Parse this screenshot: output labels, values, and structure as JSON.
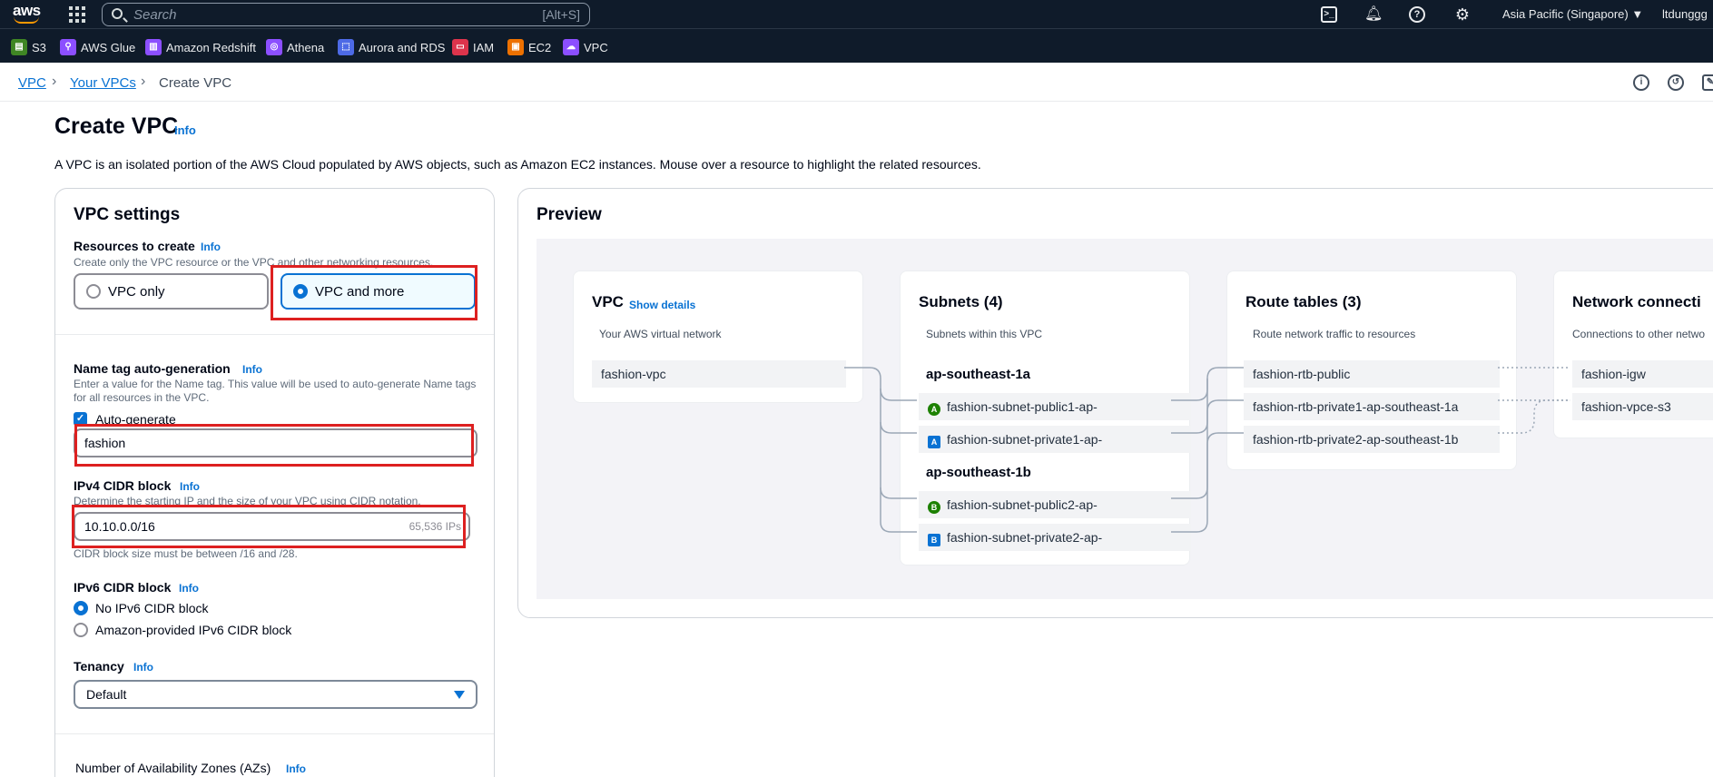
{
  "topnav": {
    "logo": "aws",
    "search_placeholder": "Search",
    "search_shortcut": "[Alt+S]",
    "region": "Asia Pacific (Singapore) ▼",
    "user": "ltdunggg",
    "icons": [
      "apps-grid-icon",
      "cloudshell-icon",
      "bell-icon",
      "help-icon",
      "gear-icon"
    ]
  },
  "favorites": [
    {
      "label": "S3",
      "color": "#3f8624"
    },
    {
      "label": "AWS Glue",
      "color": "#8c4fff"
    },
    {
      "label": "Amazon Redshift",
      "color": "#8c4fff"
    },
    {
      "label": "Athena",
      "color": "#8c4fff"
    },
    {
      "label": "Aurora and RDS",
      "color": "#4d6ae6"
    },
    {
      "label": "IAM",
      "color": "#dd344c"
    },
    {
      "label": "EC2",
      "color": "#ed7100"
    },
    {
      "label": "VPC",
      "color": "#8c4fff"
    }
  ],
  "breadcrumb": {
    "items": [
      "VPC",
      "Your VPCs",
      "Create VPC"
    ]
  },
  "header": {
    "title": "Create VPC",
    "info": "Info",
    "description": "A VPC is an isolated portion of the AWS Cloud populated by AWS objects, such as Amazon EC2 instances. Mouse over a resource to highlight the related resources."
  },
  "settings": {
    "title": "VPC settings",
    "resources": {
      "label": "Resources to create",
      "info": "Info",
      "description": "Create only the VPC resource or the VPC and other networking resources.",
      "options": [
        "VPC only",
        "VPC and more"
      ],
      "selected": "VPC and more"
    },
    "name_tag": {
      "label": "Name tag auto-generation",
      "info": "Info",
      "description": "Enter a value for the Name tag. This value will be used to auto-generate Name tags for all resources in the VPC.",
      "checkbox_label": "Auto-generate",
      "checked": true,
      "value": "fashion"
    },
    "ipv4": {
      "label": "IPv4 CIDR block",
      "info": "Info",
      "description": "Determine the starting IP and the size of your VPC using CIDR notation.",
      "value": "10.10.0.0/16",
      "suffix": "65,536 IPs",
      "constraint": "CIDR block size must be between /16 and /28."
    },
    "ipv6": {
      "label": "IPv6 CIDR block",
      "info": "Info",
      "options": [
        "No IPv6 CIDR block",
        "Amazon-provided IPv6 CIDR block"
      ],
      "selected": "No IPv6 CIDR block"
    },
    "tenancy": {
      "label": "Tenancy",
      "info": "Info",
      "value": "Default"
    },
    "azs": {
      "label": "Number of Availability Zones (AZs)",
      "info": "Info"
    }
  },
  "preview": {
    "title": "Preview",
    "vpc": {
      "title": "VPC",
      "show_details": "Show details",
      "subtitle": "Your AWS virtual network",
      "name": "fashion-vpc"
    },
    "subnets": {
      "title": "Subnets (4)",
      "subtitle": "Subnets within this VPC",
      "az1": "ap-southeast-1a",
      "az2": "ap-southeast-1b",
      "items": [
        {
          "badge": "A",
          "name": "fashion-subnet-public1-ap-"
        },
        {
          "badge": "A",
          "name": "fashion-subnet-private1-ap-"
        },
        {
          "badge": "B",
          "name": "fashion-subnet-public2-ap-"
        },
        {
          "badge": "B",
          "name": "fashion-subnet-private2-ap-"
        }
      ]
    },
    "route_tables": {
      "title": "Route tables (3)",
      "subtitle": "Route network traffic to resources",
      "items": [
        "fashion-rtb-public",
        "fashion-rtb-private1-ap-southeast-1a",
        "fashion-rtb-private2-ap-southeast-1b"
      ]
    },
    "network": {
      "title": "Network connecti",
      "subtitle": "Connections to other netwo",
      "items": [
        "fashion-igw",
        "fashion-vpce-s3"
      ]
    }
  }
}
